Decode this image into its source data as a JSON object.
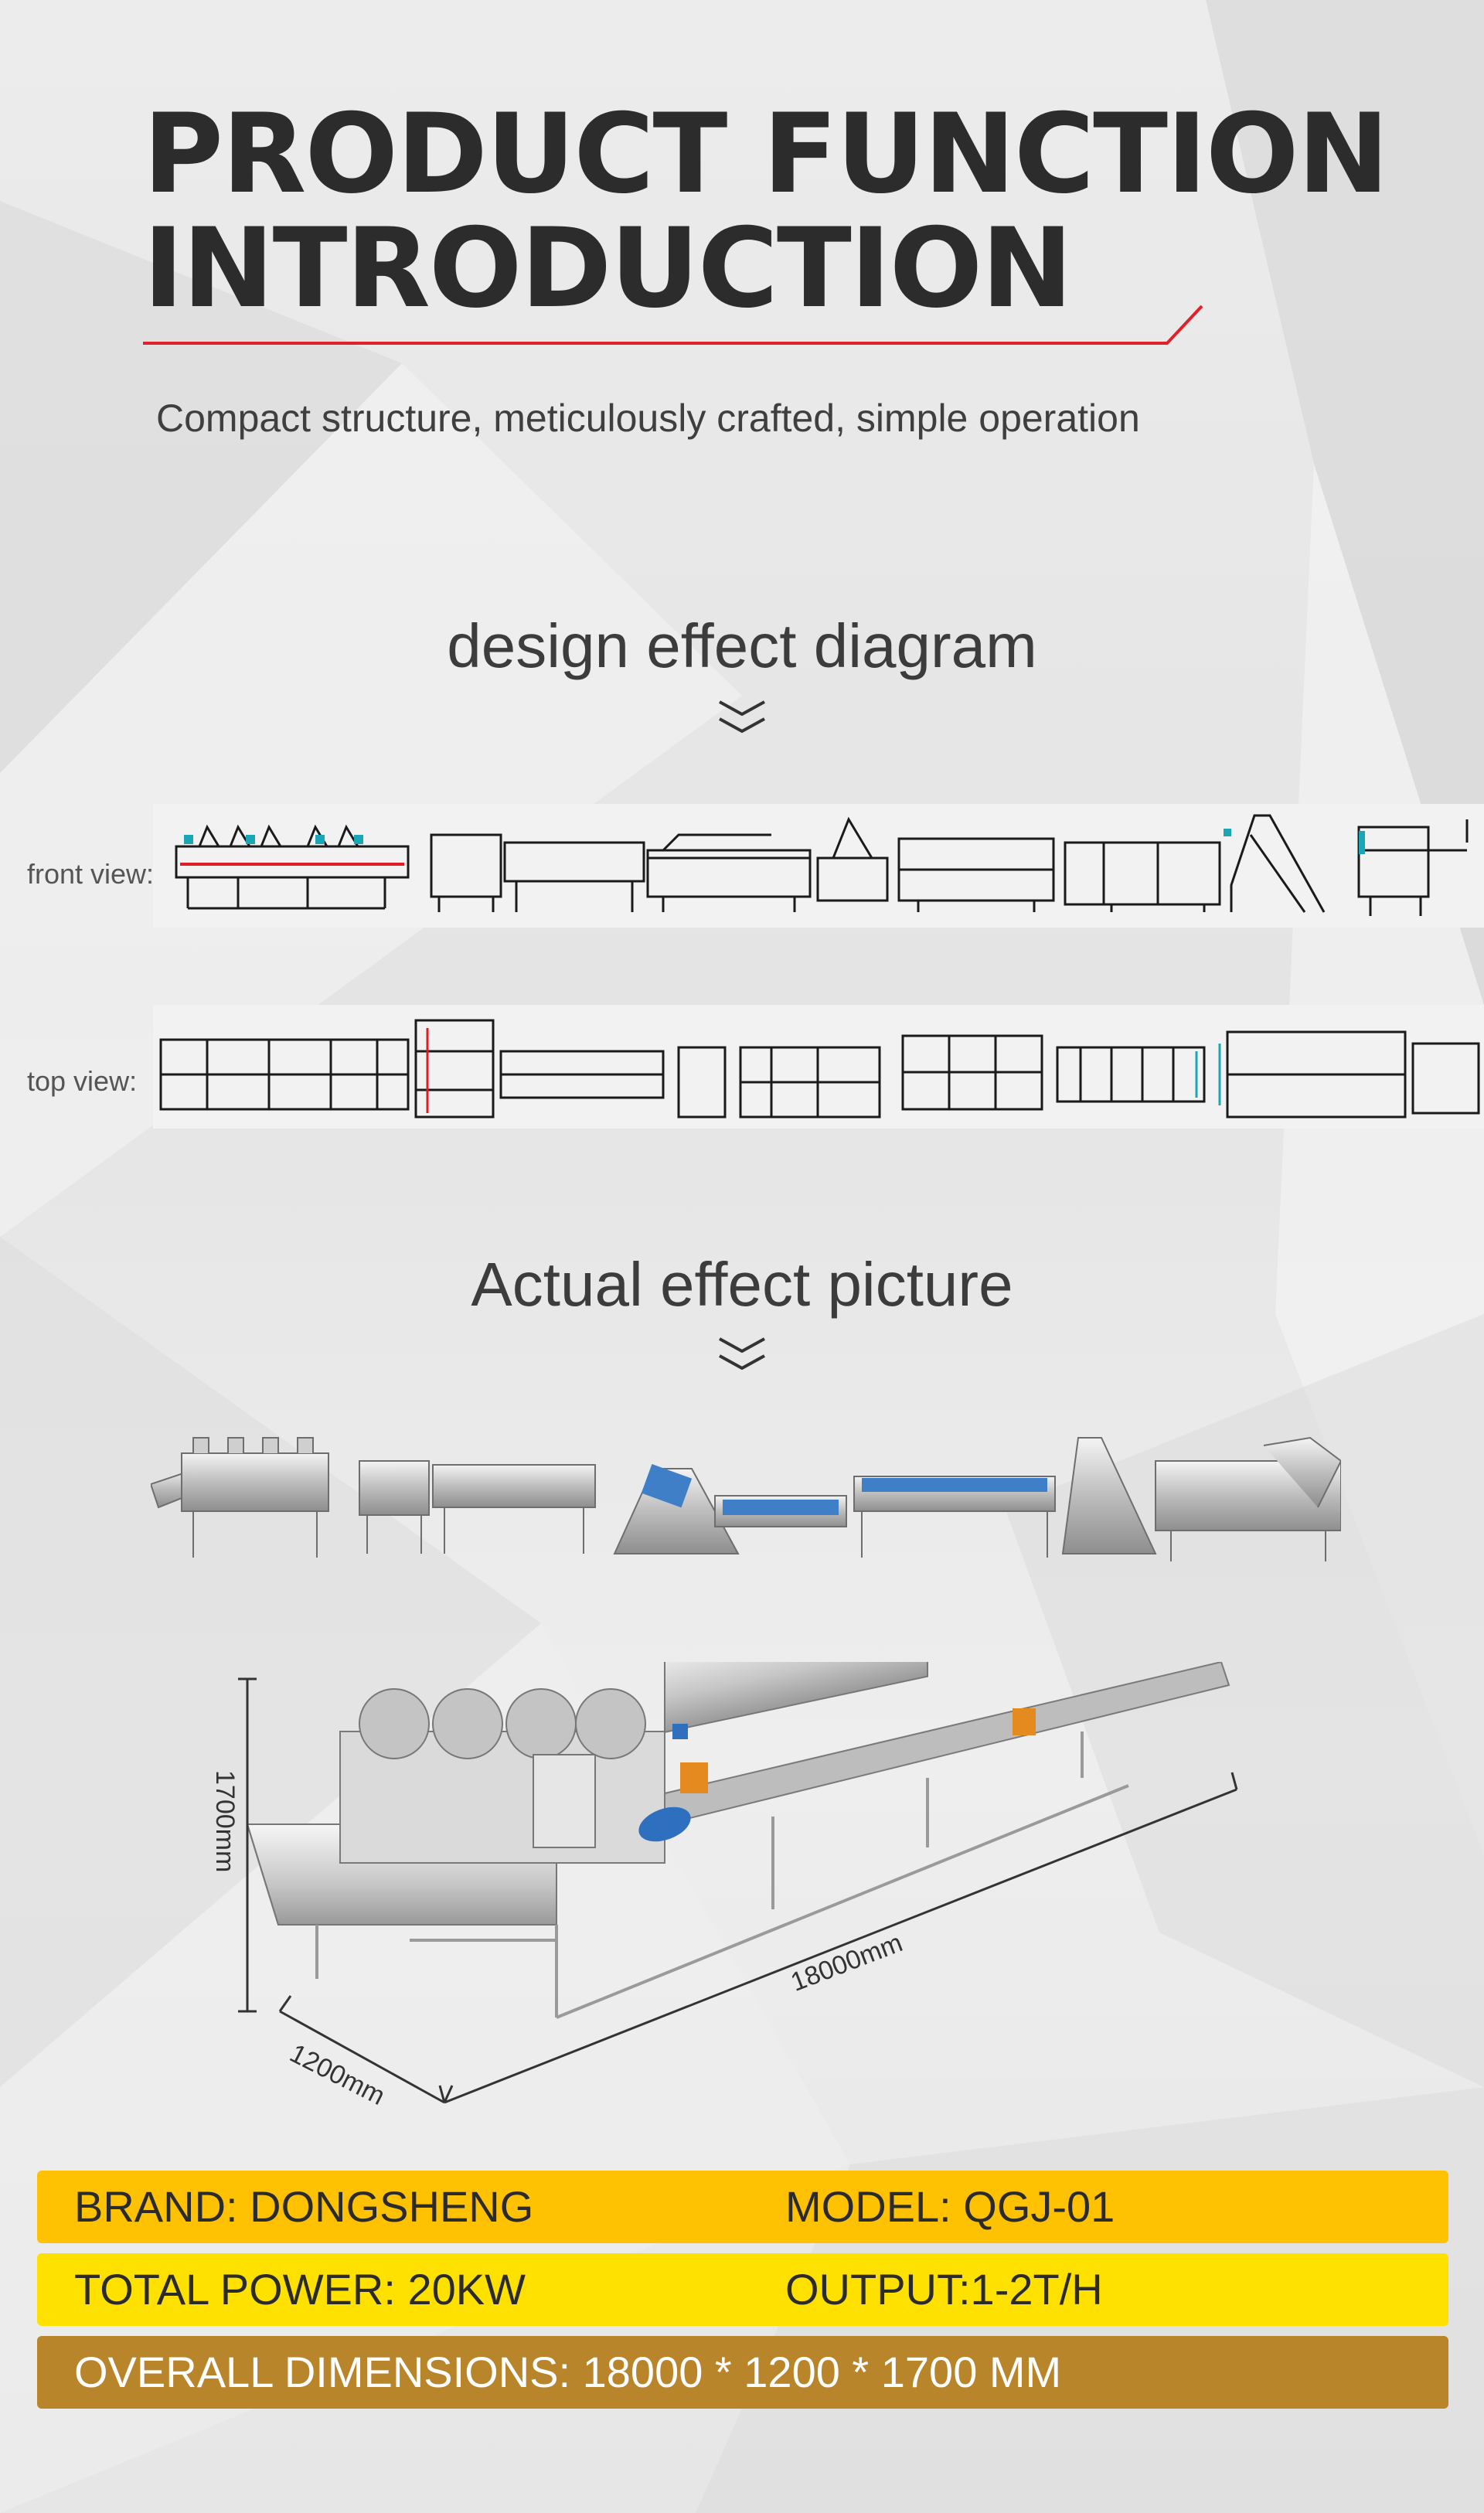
{
  "header": {
    "title_line1": "PRODUCT FUNCTION",
    "title_line2": "INTRODUCTION",
    "subtitle": "Compact structure, meticulously crafted, simple operation"
  },
  "design": {
    "heading": "design effect diagram",
    "front_label": "front view:",
    "top_label": "top view:"
  },
  "actual": {
    "heading": "Actual effect picture"
  },
  "dimensions": {
    "height": "1700mm",
    "length": "18000mm",
    "width": "1200mm"
  },
  "specs": {
    "brand": "BRAND: DONGSHENG",
    "model": "MODEL: QGJ-01",
    "power": "TOTAL POWER: 20KW",
    "output": "OUTPUT:1-2T/H",
    "overall": "OVERALL DIMENSIONS: 18000 * 1200 * 1700 MM"
  },
  "colors": {
    "accent_red": "#e0202a",
    "bar_orange": "#ffc203",
    "bar_yellow": "#ffe100",
    "bar_brown": "#b9852b",
    "diagram_red": "#e01b24",
    "diagram_cyan": "#1aa6b4",
    "belt_blue": "#3f7fc8"
  }
}
